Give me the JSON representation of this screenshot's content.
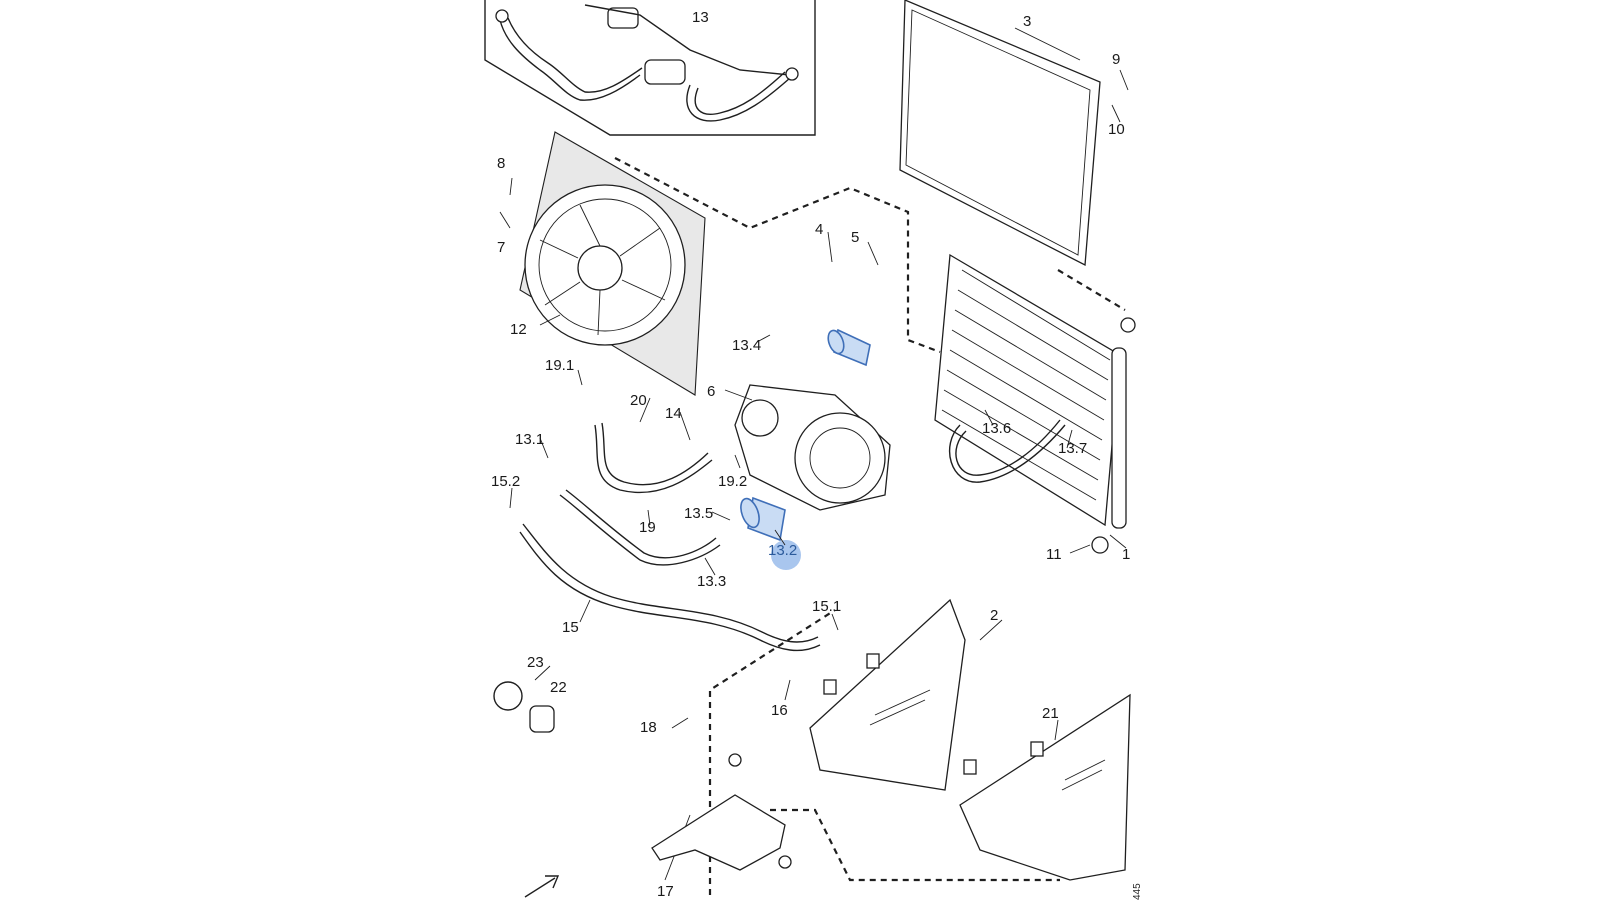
{
  "diagram": {
    "type": "exploded-parts-diagram",
    "highlight_color": "#c9dcf4",
    "line_color": "#1f1f1f",
    "callouts": [
      {
        "id": "c13",
        "label": "13"
      },
      {
        "id": "c3",
        "label": "3"
      },
      {
        "id": "c9",
        "label": "9"
      },
      {
        "id": "c10",
        "label": "10"
      },
      {
        "id": "c8",
        "label": "8"
      },
      {
        "id": "c7",
        "label": "7"
      },
      {
        "id": "c4",
        "label": "4"
      },
      {
        "id": "c5",
        "label": "5"
      },
      {
        "id": "c12",
        "label": "12"
      },
      {
        "id": "c13_4",
        "label": "13.4"
      },
      {
        "id": "c19_1",
        "label": "19.1"
      },
      {
        "id": "c6",
        "label": "6"
      },
      {
        "id": "c20",
        "label": "20"
      },
      {
        "id": "c14",
        "label": "14"
      },
      {
        "id": "c13_6",
        "label": "13.6"
      },
      {
        "id": "c13_7",
        "label": "13.7"
      },
      {
        "id": "c13_1",
        "label": "13.1"
      },
      {
        "id": "c19_2",
        "label": "19.2"
      },
      {
        "id": "c15_2",
        "label": "15.2"
      },
      {
        "id": "c13_5",
        "label": "13.5"
      },
      {
        "id": "c19",
        "label": "19"
      },
      {
        "id": "c13_2",
        "label": "13.2"
      },
      {
        "id": "c11",
        "label": "11"
      },
      {
        "id": "c1",
        "label": "1"
      },
      {
        "id": "c13_3",
        "label": "13.3"
      },
      {
        "id": "c15",
        "label": "15"
      },
      {
        "id": "c15_1",
        "label": "15.1"
      },
      {
        "id": "c2",
        "label": "2"
      },
      {
        "id": "c23",
        "label": "23"
      },
      {
        "id": "c22",
        "label": "22"
      },
      {
        "id": "c16",
        "label": "16"
      },
      {
        "id": "c21",
        "label": "21"
      },
      {
        "id": "c18",
        "label": "18"
      },
      {
        "id": "c17",
        "label": "17"
      }
    ],
    "drawing_code": "445"
  }
}
